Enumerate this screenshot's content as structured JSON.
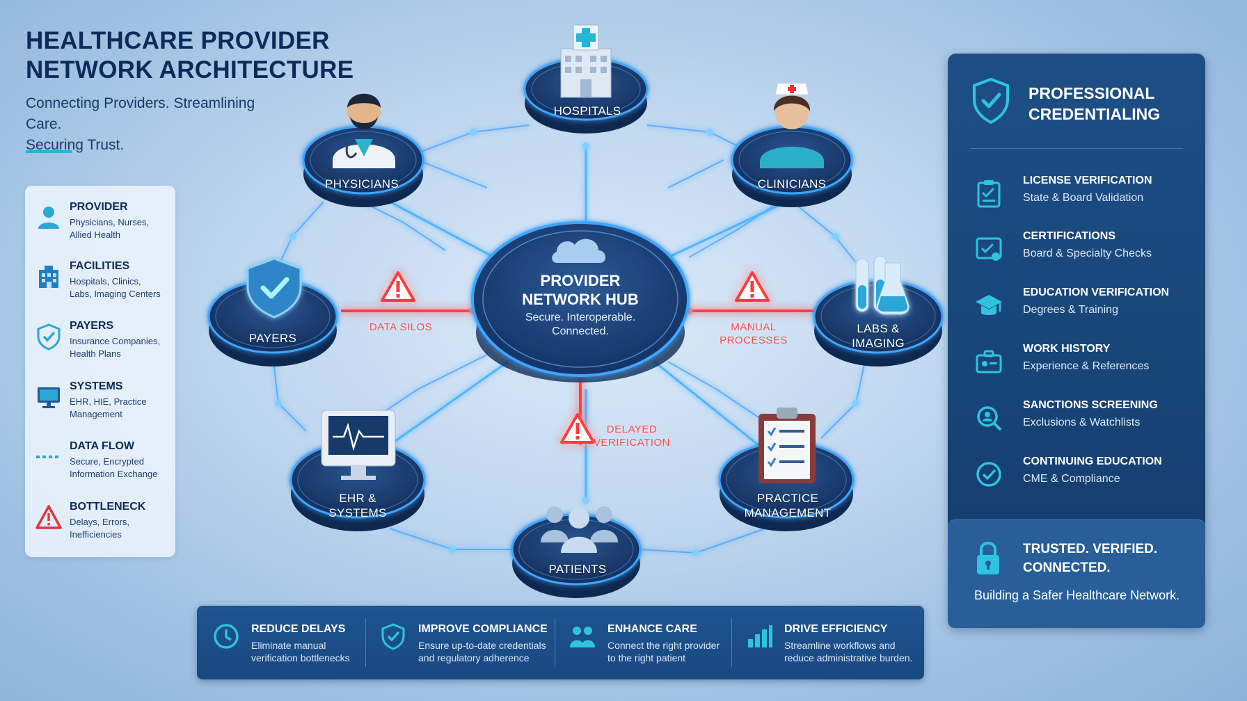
{
  "header": {
    "title_line1": "HEALTHCARE PROVIDER",
    "title_line2": "NETWORK ARCHITECTURE",
    "subtitle_line1": "Connecting Providers. Streamlining Care.",
    "subtitle_line2": "Securing Trust."
  },
  "legend": [
    {
      "name": "PROVIDER",
      "desc1": "Physicians, Nurses,",
      "desc2": "Allied Health",
      "icon": "person-icon"
    },
    {
      "name": "FACILITIES",
      "desc1": "Hospitals, Clinics,",
      "desc2": "Labs, Imaging Centers",
      "icon": "building-icon"
    },
    {
      "name": "PAYERS",
      "desc1": "Insurance Companies,",
      "desc2": "Health Plans",
      "icon": "shield-check-icon"
    },
    {
      "name": "SYSTEMS",
      "desc1": "EHR, HIE, Practice",
      "desc2": "Management",
      "icon": "monitor-icon"
    },
    {
      "name": "DATA FLOW",
      "desc1": "Secure, Encrypted",
      "desc2": "Information Exchange",
      "icon": "dashed-line-icon"
    },
    {
      "name": "BOTTLENECK",
      "desc1": "Delays, Errors,",
      "desc2": "Inefficiencies",
      "icon": "warning-icon"
    }
  ],
  "hub": {
    "title_line1": "PROVIDER",
    "title_line2": "NETWORK HUB",
    "sub_line1": "Secure. Interoperable.",
    "sub_line2": "Connected."
  },
  "nodes": {
    "hospitals": {
      "line1": "HOSPITALS",
      "line2": ""
    },
    "physicians": {
      "line1": "PHYSICIANS",
      "line2": ""
    },
    "clinicians": {
      "line1": "CLINICIANS",
      "line2": ""
    },
    "payers": {
      "line1": "PAYERS",
      "line2": ""
    },
    "labs": {
      "line1": "LABS &",
      "line2": "IMAGING"
    },
    "ehr": {
      "line1": "EHR &",
      "line2": "SYSTEMS"
    },
    "practice": {
      "line1": "PRACTICE",
      "line2": "MANAGEMENT"
    },
    "patients": {
      "line1": "PATIENTS",
      "line2": ""
    }
  },
  "bottlenecks": {
    "data_silos": {
      "line1": "DATA SILOS",
      "line2": ""
    },
    "manual": {
      "line1": "MANUAL",
      "line2": "PROCESSES"
    },
    "delayed": {
      "line1": "DELAYED",
      "line2": "VERIFICATION"
    }
  },
  "credentialing": {
    "title_line1": "PROFESSIONAL",
    "title_line2": "CREDENTIALING",
    "items": [
      {
        "name": "LICENSE VERIFICATION",
        "desc": "State & Board Validation",
        "icon": "license-icon"
      },
      {
        "name": "CERTIFICATIONS",
        "desc": "Board & Specialty Checks",
        "icon": "certificate-icon"
      },
      {
        "name": "EDUCATION VERIFICATION",
        "desc": "Degrees & Training",
        "icon": "graduation-cap-icon"
      },
      {
        "name": "WORK HISTORY",
        "desc": "Experience & References",
        "icon": "briefcase-icon"
      },
      {
        "name": "SANCTIONS SCREENING",
        "desc": "Exclusions & Watchlists",
        "icon": "search-icon"
      },
      {
        "name": "CONTINUING EDUCATION",
        "desc": "CME & Compliance",
        "icon": "badge-check-icon"
      }
    ],
    "footer": {
      "title_line1": "TRUSTED. VERIFIED.",
      "title_line2": "CONNECTED.",
      "sub": "Building a Safer Healthcare Network."
    }
  },
  "benefits": [
    {
      "name": "REDUCE DELAYS",
      "desc1": "Eliminate manual",
      "desc2": "verification bottlenecks",
      "icon": "clock-icon"
    },
    {
      "name": "IMPROVE COMPLIANCE",
      "desc1": "Ensure up-to-date credentials",
      "desc2": "and regulatory adherence",
      "icon": "shield-check-icon"
    },
    {
      "name": "ENHANCE CARE",
      "desc1": "Connect the right provider",
      "desc2": "to the right patient",
      "icon": "people-icon"
    },
    {
      "name": "DRIVE EFFICIENCY",
      "desc1": "Streamline workflows and",
      "desc2": "reduce administrative burden.",
      "icon": "bar-chart-icon"
    }
  ],
  "colors": {
    "accent": "#23b5d3",
    "navy": "#0d2b59",
    "node": "#1b3d6e",
    "glow": "#3aa0ff",
    "alert": "#ff3b3b"
  }
}
